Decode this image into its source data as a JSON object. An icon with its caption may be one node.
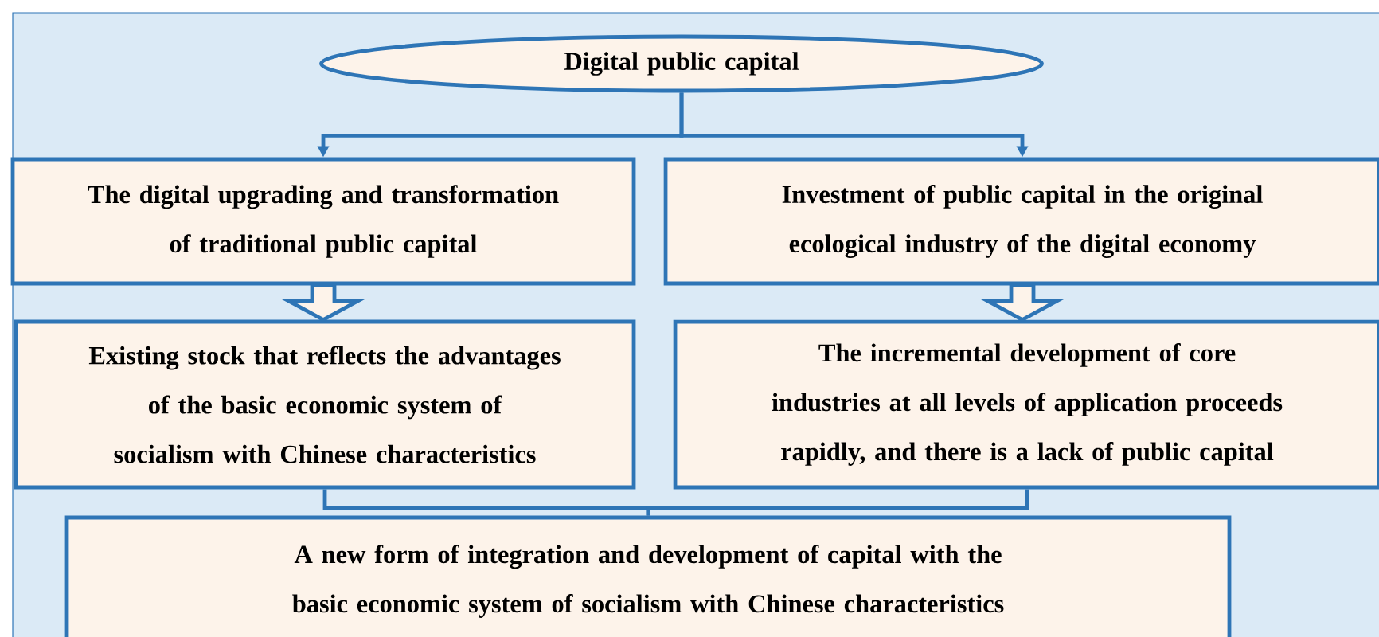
{
  "diagram": {
    "nodes": [
      {
        "text": [
          "Digital public capital"
        ]
      },
      {
        "text": [
          "The digital upgrading and transformation of traditional public capital"
        ]
      },
      {
        "text": [
          "Investment of public capital in the original ecological industry of the digital economy"
        ]
      },
      {
        "text": [
          "Existing stock that reflects the advantages of the basic economic system of socialism with Chinese characteristics"
        ]
      },
      {
        "text": [
          "The incremental development of core industries at all levels of application proceeds rapidly, and there is a lack of public capital"
        ]
      },
      {
        "text": [
          "A new form of integration and development of capital with the basic economic system of socialism with Chinese characteristics"
        ]
      }
    ],
    "edges": [
      {
        "from": 0,
        "to": 1,
        "arrow": "to"
      },
      {
        "from": 0,
        "to": 2,
        "arrow": "to"
      },
      {
        "from": 1,
        "to": 3,
        "arrow": "to",
        "style": "thick"
      },
      {
        "from": 2,
        "to": 4,
        "arrow": "to",
        "style": "thick"
      },
      {
        "from": 3,
        "to": 5,
        "arrow": "none"
      },
      {
        "from": 4,
        "to": 5,
        "arrow": "none"
      }
    ]
  }
}
